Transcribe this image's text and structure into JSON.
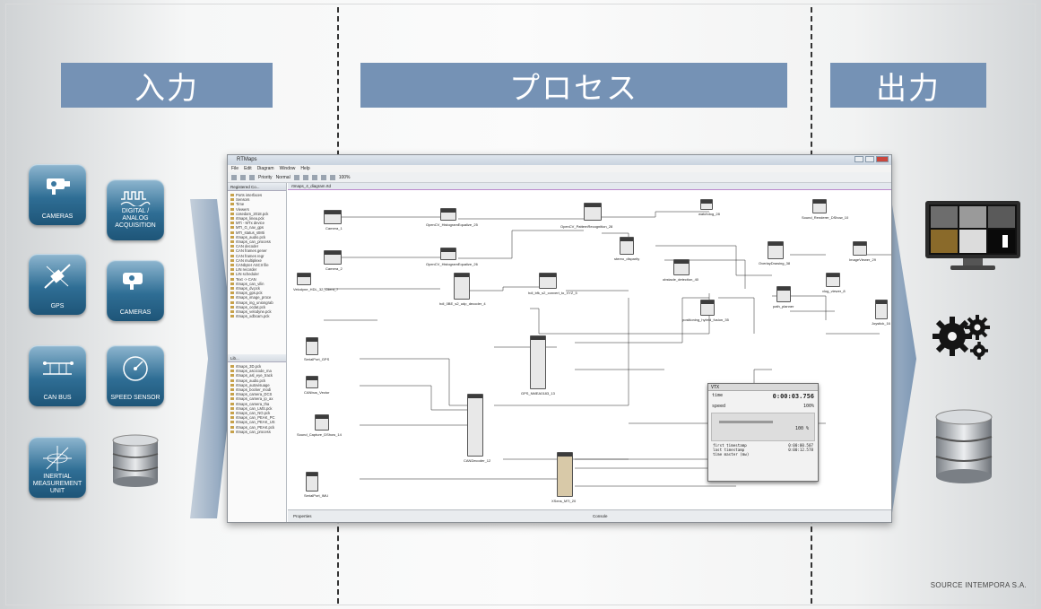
{
  "bands": {
    "input": "入力",
    "process": "プロセス",
    "output": "出力"
  },
  "tiles": {
    "cameras": "CAMERAS",
    "digital": "DIGITAL / ANALOG ACQUISITION",
    "gps": "GPS",
    "cameras2": "CAMERAS",
    "can_bus": "CAN BUS",
    "speed_sensor": "SPEED SENSOR",
    "imu": "INERTIAL MEASUREMENT UNIT"
  },
  "source": "SOURCE INTEMPORA S.A.",
  "app": {
    "title": "RTMaps",
    "menu": [
      "File",
      "Edit",
      "Diagram",
      "Window",
      "Help"
    ],
    "toolbar": {
      "priority_label": "Priority",
      "priority_value": "Normal",
      "zoom": "100%"
    },
    "editor_tab": "rtmaps_4_diagram.rtd",
    "left_tab": "Registered Co...",
    "tree": [
      "Ports interfaces",
      "Sensors",
      "Time",
      "Viewers",
      "cosedam_2018.pck",
      "rtmaps_linea.pck",
      "MTi - MTx device",
      "MTI_G_nav_gps",
      "MTI_status_stMti",
      "rtmaps_audio.pck",
      "rtmaps_can_process",
      "CAN decoder",
      "CAN frames gener",
      "CAN frames regr",
      "CAN multiplexe",
      "CANbyter ASCII file",
      "LIN recorder",
      "LIN scheduler",
      "Text -> CAN",
      "rtmaps_can_vilin",
      "rtmaps_dv.pck",
      "rtmaps_gps.pck",
      "rtmaps_image_proce",
      "rtmaps_ing_uniongrab",
      "rtmaps_ocdat.pck",
      "rtmaps_velodyne.pck",
      "rtmaps_xdbcam.pck"
    ],
    "left_tab2": "Lib...",
    "tree2": [
      "rtmaps_3D.pck",
      "rtmaps_ascicode_ma",
      "rtmaps_asl_eye_track",
      "rtmaps_audio.pck",
      "rtmaps_autovisuage",
      "rtmaps_bocker_modi",
      "rtmaps_camera_DCS",
      "rtmaps_camera_ip_ax",
      "rtmaps_camera_tha",
      "rtmaps_can_LMS.pck",
      "rtmaps_can_NO.pck",
      "rtmaps_can_PEAK_PC",
      "rtmaps_can_PEAK_US",
      "rtmaps_can_PEAK.pck",
      "rtmaps_can_process"
    ],
    "bottom_left": "Properties",
    "bottom_right": "Console"
  },
  "nodes": [
    {
      "label": "Camera_1"
    },
    {
      "label": "OpenCV_HistogramEqualize_25"
    },
    {
      "label": "Camera_2"
    },
    {
      "label": "OpenCV_HistogramEqualize_26"
    },
    {
      "label": "OpenCV_PatternRecognition_28"
    },
    {
      "label": "watchdog_28"
    },
    {
      "label": "Sound_Renderer_DShow_10"
    },
    {
      "label": "stereo_disparity"
    },
    {
      "label": "obstacle_detection_40"
    },
    {
      "label": "OverlayDrawing_38"
    },
    {
      "label": "ImageViewer_29"
    },
    {
      "label": "Velodyne_HDL_32_Client_7"
    },
    {
      "label": "hdl_0BE_s2_udp_decoder_4"
    },
    {
      "label": "hdl_bfk_s2_convert_to_XYZ_5"
    },
    {
      "label": "vlog_viewer_8"
    },
    {
      "label": "positioning_hybrid_fusion_35"
    },
    {
      "label": "path_planner"
    },
    {
      "label": "Joystick_16"
    },
    {
      "label": "SerialPort_GPS"
    },
    {
      "label": "GPS_NMEA0183_13"
    },
    {
      "label": "CANbus_Vector"
    },
    {
      "label": "Sound_Capture_DShow_14"
    },
    {
      "label": "CANDecoder_12"
    },
    {
      "label": "SerialPort_IMU"
    },
    {
      "label": "XSens_MTi_20"
    }
  ],
  "vtx": {
    "title": "VTX",
    "time_label": "time",
    "time_value": "0:00:03.756",
    "speed_label": "speed",
    "speed_value": "100%",
    "speed_pct": "100 %",
    "first": "first timestamp",
    "first_val": "0:00:00.507",
    "last": "last timestamp",
    "last_val": "0:00:12.578",
    "state": "time master (mw)"
  }
}
